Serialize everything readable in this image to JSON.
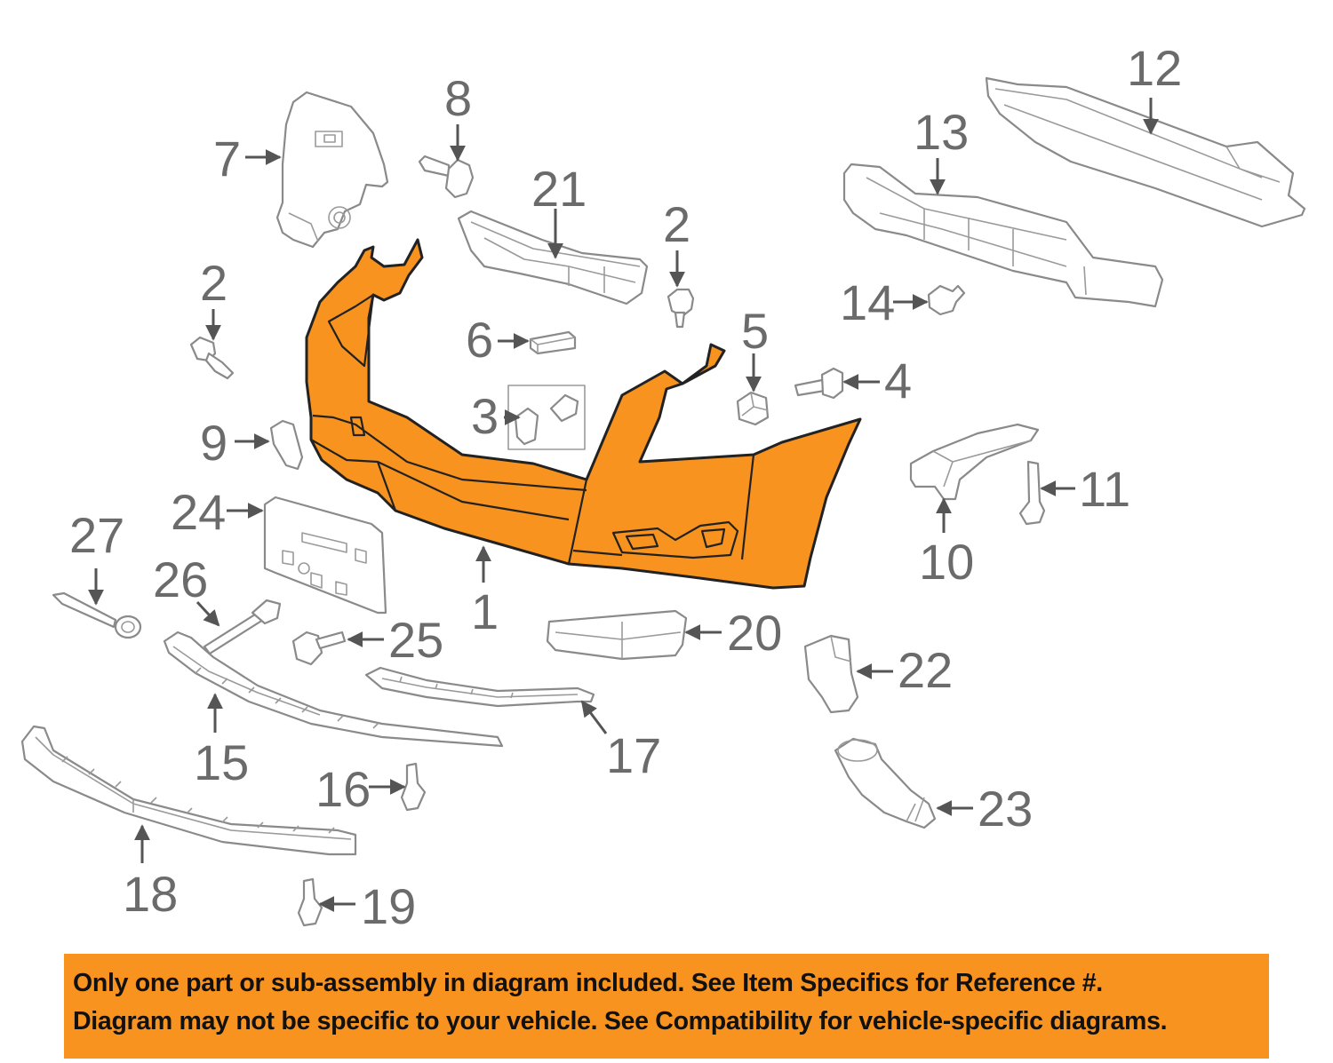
{
  "highlight_color": "#f7931e",
  "callouts": {
    "c1": "1",
    "c2a": "2",
    "c2b": "2",
    "c3": "3",
    "c4": "4",
    "c5": "5",
    "c6": "6",
    "c7": "7",
    "c8": "8",
    "c9": "9",
    "c10": "10",
    "c11": "11",
    "c12": "12",
    "c13": "13",
    "c14": "14",
    "c15": "15",
    "c16": "16",
    "c17": "17",
    "c18": "18",
    "c19": "19",
    "c20": "20",
    "c21": "21",
    "c22": "22",
    "c23": "23",
    "c24": "24",
    "c25": "25",
    "c26": "26",
    "c27": "27"
  },
  "disclaimer": {
    "line1": "Only one part or sub-assembly in diagram included. See Item Specifics for Reference #.",
    "line2": "Diagram may not be specific to your vehicle. See Compatibility for vehicle-specific diagrams."
  }
}
